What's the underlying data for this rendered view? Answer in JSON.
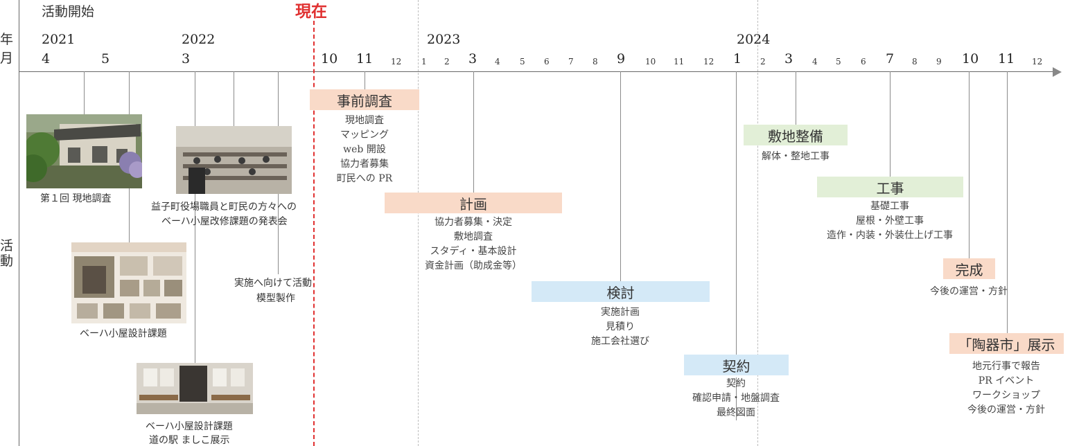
{
  "header": {
    "start_label": "活動開始",
    "now_label": "現在",
    "year_axis_label": "年",
    "month_axis_label": "月",
    "side_label": "活動"
  },
  "years": [
    "2021",
    "2022",
    "2023",
    "2024"
  ],
  "months_main": [
    "4",
    "5",
    "3",
    "10",
    "11",
    "3",
    "9",
    "1",
    "3",
    "7",
    "10",
    "11"
  ],
  "months_small": [
    "12",
    "1",
    "2",
    "4",
    "5",
    "6",
    "7",
    "8",
    "10",
    "11",
    "12",
    "2",
    "4",
    "5",
    "6",
    "8",
    "9",
    "12"
  ],
  "early_activities": [
    {
      "caption": "第１回 現地調査",
      "photo_icon": "old-farmhouse-photo"
    },
    {
      "caption": "益子町役場職員と町民の方々への",
      "caption2": "ベーハ小屋改修課題の発表会",
      "photo_icon": "meeting-room-photo"
    },
    {
      "caption": "ベーハ小屋設計課題",
      "photo_icon": "design-boards-photo"
    },
    {
      "caption": "実施へ向けて活動",
      "caption2": "模型製作"
    },
    {
      "caption": "ベーハ小屋設計課題",
      "caption2": "道の駅 ましこ展示",
      "photo_icon": "exhibition-photo"
    }
  ],
  "phases": [
    {
      "title": "事前調査",
      "items": [
        "現地調査",
        "マッピング",
        "web 開設",
        "協力者募集",
        "町民への PR"
      ]
    },
    {
      "title": "計画",
      "items": [
        "協力者募集・決定",
        "敷地調査",
        "スタディ・基本設計",
        "資金計画（助成金等）"
      ]
    },
    {
      "title": "検討",
      "items": [
        "実施計画",
        "見積り",
        "施工会社選び"
      ]
    },
    {
      "title": "契約",
      "items": [
        "契約",
        "確認申請・地盤調査",
        "最終図面"
      ]
    },
    {
      "title": "敷地整備",
      "items": [
        "解体・整地工事"
      ]
    },
    {
      "title": "工事",
      "items": [
        "基礎工事",
        "屋根・外壁工事",
        "造作・内装・外装仕上げ工事"
      ]
    },
    {
      "title": "完成",
      "items": [
        "今後の運営・方針"
      ]
    },
    {
      "title": "「陶器市」展示",
      "items": [
        "地元行事で報告",
        "PR イベント",
        "ワークショップ",
        "今後の運営・方針"
      ]
    }
  ],
  "colors": {
    "orange": "#f9dac8",
    "green": "#e2efd7",
    "blue": "#d4e9f7",
    "now_red": "#e03030"
  }
}
